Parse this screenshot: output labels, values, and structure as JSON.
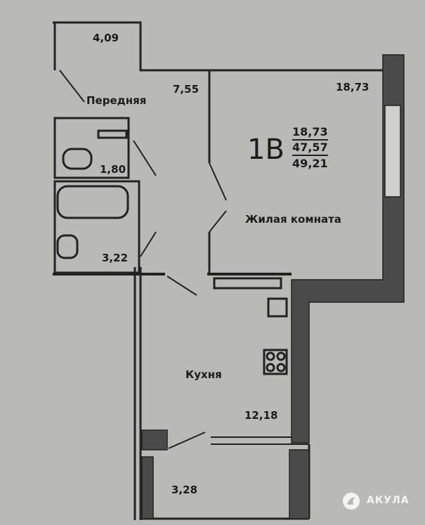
{
  "plan": {
    "apartment_code": "1В",
    "areas": {
      "living": "18,73",
      "total_without_loggia": "47,57",
      "total": "49,21"
    },
    "rooms": [
      {
        "name": "",
        "area": "4,09"
      },
      {
        "name": "Передняя",
        "area": "7,55"
      },
      {
        "name": "Жилая комната",
        "area": "18,73"
      },
      {
        "name": "",
        "area": "1,80"
      },
      {
        "name": "",
        "area": "3,22"
      },
      {
        "name": "Кухня",
        "area": "12,18"
      },
      {
        "name": "",
        "area": "3,28"
      }
    ]
  },
  "watermark": {
    "text": "АКУЛА"
  },
  "colors": {
    "paper": "#b9bab6",
    "wall": "#4a4a4a",
    "line": "#222222"
  }
}
